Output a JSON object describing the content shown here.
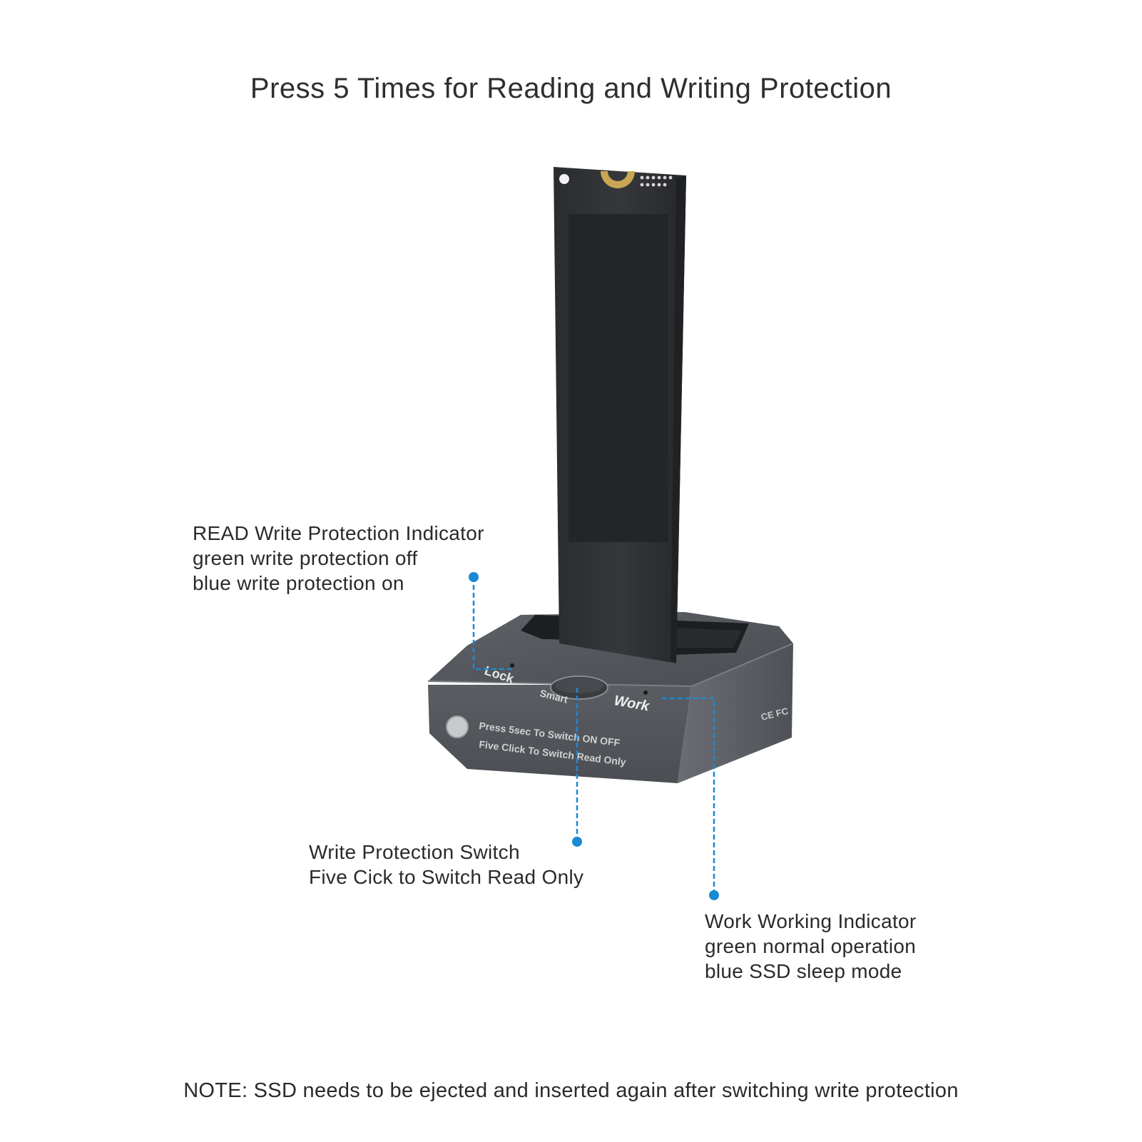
{
  "title": "Press 5 Times for Reading and Writing Protection",
  "callouts": {
    "read_indicator": {
      "lines": [
        "READ Write Protection Indicator",
        "green write protection off",
        "blue write protection on"
      ]
    },
    "write_switch": {
      "lines": [
        "Write Protection Switch",
        "Five Cick to Switch Read Only"
      ]
    },
    "work_indicator": {
      "lines": [
        "Work Working Indicator",
        "green normal operation",
        "blue SSD sleep mode"
      ]
    }
  },
  "device": {
    "label_lock": "Lock",
    "label_smart": "Smart",
    "label_work": "Work",
    "front_line1": "Press 5sec To Switch ON OFF",
    "front_line2": "Five Click To Switch Read Only",
    "cert_mark": "CE FC"
  },
  "note": "NOTE: SSD needs to be ejected and inserted again after switching write protection",
  "colors": {
    "callout_blue": "#1a8ad4",
    "device_body": "#55585e",
    "ssd_black": "#2c2e31"
  }
}
